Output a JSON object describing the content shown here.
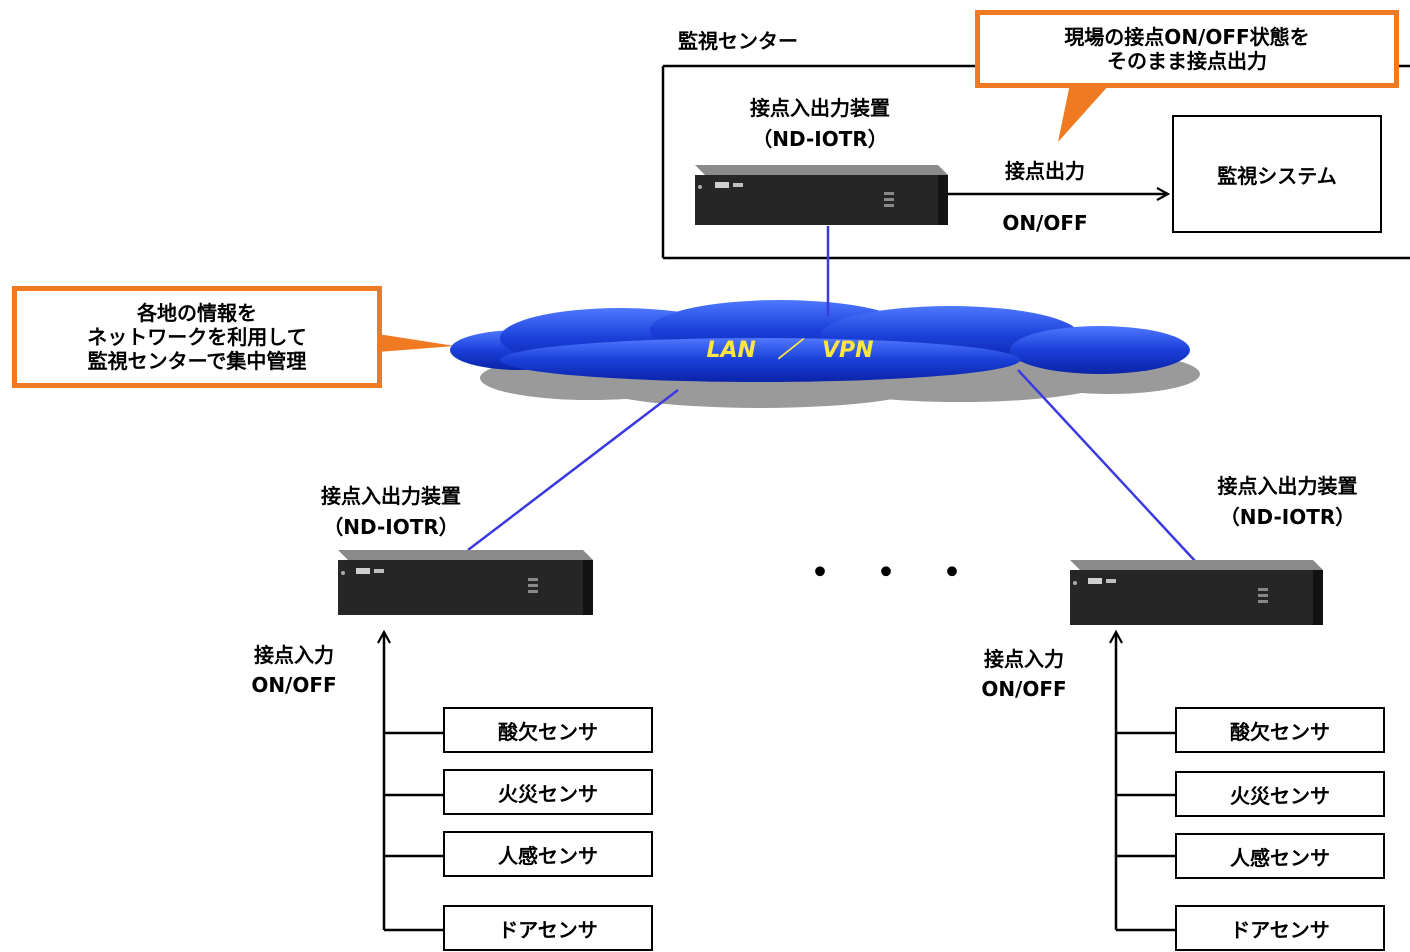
{
  "center": {
    "title": "監視センター",
    "device_name": "接点入出力装置",
    "device_model": "（ND-IOTR）",
    "output_label": "接点出力",
    "output_state": "ON/OFF",
    "system_label": "監視システム"
  },
  "callout_top": [
    "現場の接点ON/OFF状態を",
    "そのまま接点出力"
  ],
  "callout_left": [
    "各地の情報を",
    "ネットワークを利用して",
    "監視センターで集中管理"
  ],
  "network_label": "LAN　／　VPN",
  "ellipsis": "・・・",
  "site_left": {
    "device_name": "接点入出力装置",
    "device_model": "（ND-IOTR）",
    "input_label": "接点入力",
    "input_state": "ON/OFF",
    "sensors": [
      "酸欠センサ",
      "火災センサ",
      "人感センサ",
      "ドアセンサ"
    ]
  },
  "site_right": {
    "device_name": "接点入出力装置",
    "device_model": "（ND-IOTR）",
    "input_label": "接点入力",
    "input_state": "ON/OFF",
    "sensors": [
      "酸欠センサ",
      "火災センサ",
      "人感センサ",
      "ドアセンサ"
    ]
  },
  "colors": {
    "callout_border": "#f07a22",
    "cloud": "#1a3fd8",
    "link": "#3a3ae0"
  }
}
